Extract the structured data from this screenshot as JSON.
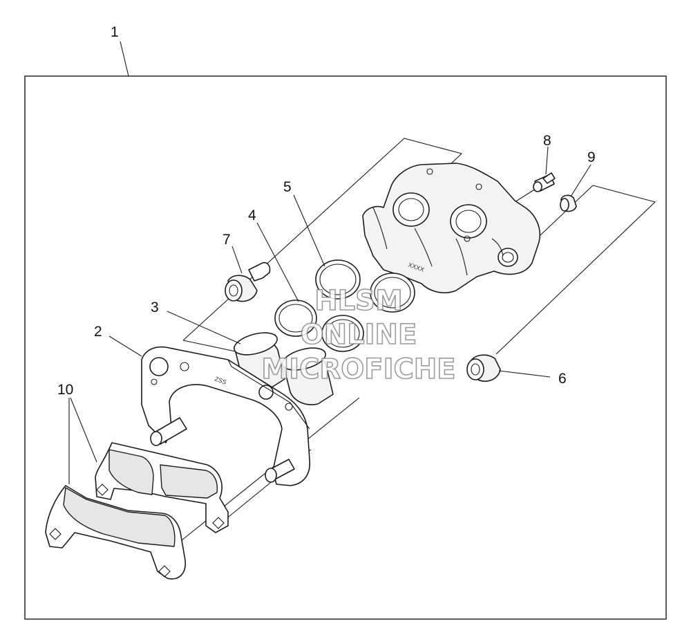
{
  "diagram": {
    "callouts": [
      {
        "id": "1",
        "text": "1"
      },
      {
        "id": "2",
        "text": "2"
      },
      {
        "id": "3",
        "text": "3"
      },
      {
        "id": "4",
        "text": "4"
      },
      {
        "id": "5",
        "text": "5"
      },
      {
        "id": "6",
        "text": "6"
      },
      {
        "id": "7",
        "text": "7"
      },
      {
        "id": "8",
        "text": "8"
      },
      {
        "id": "9",
        "text": "9"
      },
      {
        "id": "10",
        "text": "10"
      }
    ],
    "bracket_markings": "ZSS",
    "body_markings": "XXXX"
  },
  "watermark": {
    "line1": "HLSM",
    "line2": "ONLINE",
    "line3": "MICROFICHE"
  }
}
